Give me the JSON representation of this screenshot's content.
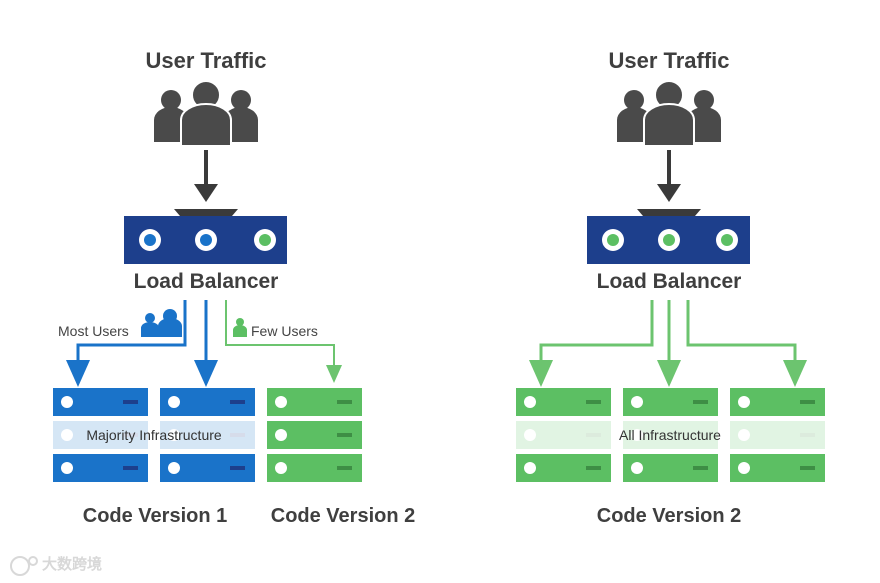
{
  "left": {
    "title": "User Traffic",
    "load_balancer_label": "Load Balancer",
    "most_users_label": "Most Users",
    "few_users_label": "Few Users",
    "overlay_label": "Majority Infrastructure",
    "version1_label": "Code Version 1",
    "version2_label": "Code Version 2"
  },
  "right": {
    "title": "User Traffic",
    "load_balancer_label": "Load Balancer",
    "overlay_label": "All Infrastructure",
    "version_label": "Code Version 2"
  },
  "watermark": "大数跨境",
  "colors": {
    "blue": "#1a73c9",
    "blue_dark": "#1d3f8c",
    "green": "#5cbf63",
    "green_arrow": "#6cc46f",
    "gray": "#4a4a4a"
  }
}
